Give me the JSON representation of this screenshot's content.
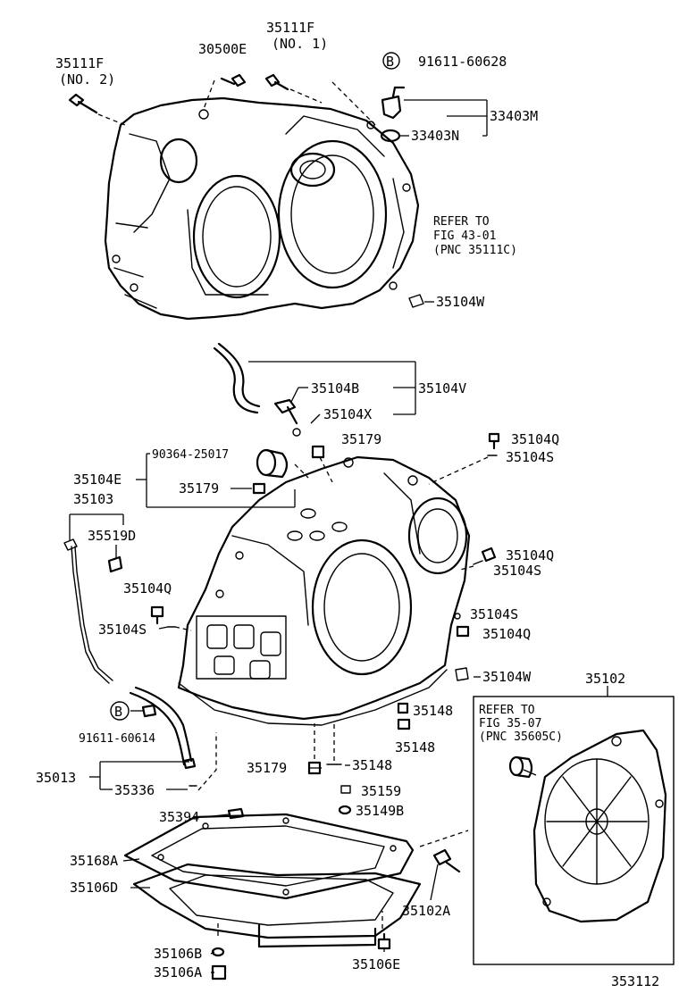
{
  "labels": {
    "p35111F_no2": "35111F",
    "p35111F_no2_sub": "(NO. 2)",
    "p30500E": "30500E",
    "p35111F_no1": "35111F",
    "p35111F_no1_sub": "(NO. 1)",
    "b_marker_top": "B",
    "p91611_60628": "91611-60628",
    "p33403M": "33403M",
    "p33403N": "33403N",
    "refer_top_1": "REFER TO",
    "refer_top_2": "FIG 43-01",
    "refer_top_3": "(PNC 35111C)",
    "p35104W_top": "35104W",
    "p35104B": "35104B",
    "p35104V": "35104V",
    "p35104X": "35104X",
    "p90364": "90364-25017",
    "p35179_a": "35179",
    "p35104Q_a": "35104Q",
    "p35104S_a": "35104S",
    "p35104E": "35104E",
    "p35179_b": "35179",
    "p35103": "35103",
    "p35519D": "35519D",
    "p35104Q_b": "35104Q",
    "p35104S_b": "35104S",
    "p35104Q_c": "35104Q",
    "p35104S_c": "35104S",
    "p35104S_d": "35104S",
    "p35104Q_d": "35104Q",
    "p35104W_b": "35104W",
    "p35102": "35102",
    "b_marker_bottom": "B",
    "p91611_60614": "91611-60614",
    "p35148_a": "35148",
    "p35148_b": "35148",
    "refer_bot_1": "REFER TO",
    "refer_bot_2": "FIG 35-07",
    "refer_bot_3": "(PNC 35605C)",
    "p35179_c": "35179",
    "p35148_c": "35148",
    "p35013": "35013",
    "p35336": "35336",
    "p35159": "35159",
    "p35149B": "35149B",
    "p35394": "35394",
    "p35168A": "35168A",
    "p35106D": "35106D",
    "p35102A": "35102A",
    "p35106B": "35106B",
    "p35106A": "35106A",
    "p35106E": "35106E",
    "figure_id": "353112"
  },
  "colors": {
    "ink": "#000000",
    "paper": "#ffffff"
  }
}
